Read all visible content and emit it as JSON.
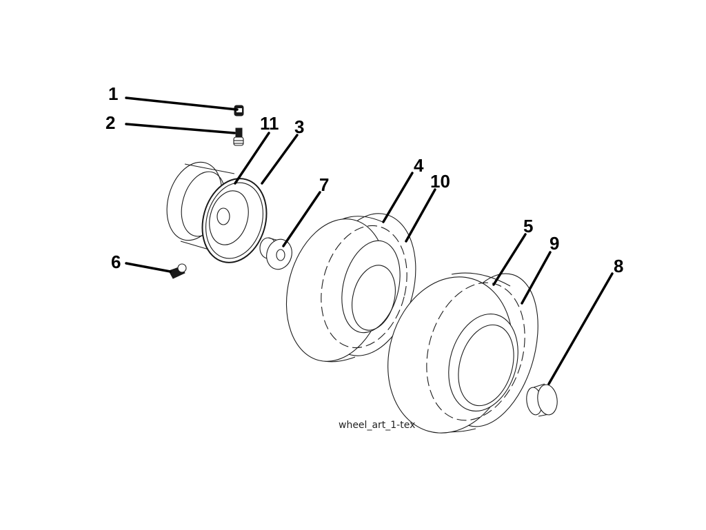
{
  "caption": "wheel_art_1-tex",
  "callouts": [
    "1",
    "2",
    "11",
    "3",
    "4",
    "10",
    "7",
    "5",
    "9",
    "6",
    "8"
  ],
  "colors": {
    "line": "#1a1a1a",
    "background": "#ffffff"
  }
}
